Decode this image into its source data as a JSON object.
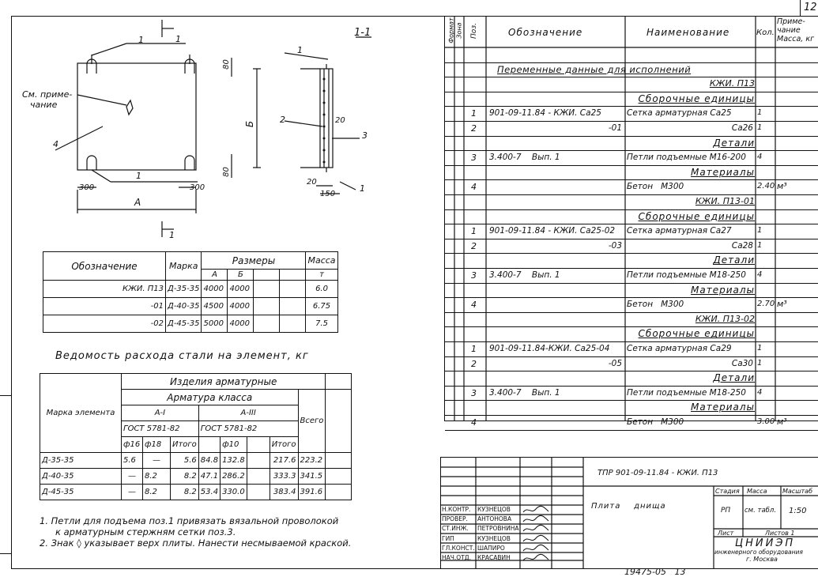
{
  "sheet_number": "12",
  "drawing": {
    "section_label": "1-1",
    "section_marks": [
      "1",
      "1"
    ],
    "note_label": [
      "См. приме-",
      "чание"
    ],
    "pos_1": "1",
    "pos_2": "2",
    "pos_3": "3",
    "pos_4": "4",
    "dim_a": "А",
    "dim_b": "Б",
    "dim_300_left": "300",
    "dim_300_right": "300",
    "dim_80_top": "80",
    "dim_80_bottom": "80",
    "dim_20": "20",
    "dim_20b": "20",
    "dim_150": "150"
  },
  "sizes_table": {
    "headers": {
      "designation": "Обозначение",
      "mark": "Марка",
      "sizes": "Размеры",
      "a": "А",
      "b": "Б",
      "mass": "Масса",
      "unit": "т"
    },
    "rows": [
      {
        "designation": "КЖИ. П13",
        "mark": "Д-35-35",
        "a": "4000",
        "b": "4000",
        "mass": "6.0"
      },
      {
        "designation": "-01",
        "mark": "Д-40-35",
        "a": "4500",
        "b": "4000",
        "mass": "6.75"
      },
      {
        "designation": "-02",
        "mark": "Д-45-35",
        "a": "5000",
        "b": "4000",
        "mass": "7.5"
      }
    ]
  },
  "steel_title": "Ведомость расхода стали на элемент, кг",
  "steel_table": {
    "h_products": "Изделия арматурные",
    "h_class": "Арматура класса",
    "h_mark": "Марка элемента",
    "h_total": "Всего",
    "h_ai": "А-I",
    "h_aiii": "А-III",
    "h_gost1": "ГОСТ 5781-82",
    "h_gost2": "ГОСТ 5781-82",
    "h_d16": "ф16",
    "h_d18": "ф18",
    "h_itogo1": "Итого",
    "h_d10": "ф10",
    "h_itogo2": "Итого",
    "rows": [
      {
        "mark": "Д-35-35",
        "d16": "5.6",
        "d18": "—",
        "itogo1": "5.6",
        "a3": "84.8",
        "d10": "132.8",
        "itogo2": "217.6",
        "total": "223.2"
      },
      {
        "mark": "Д-40-35",
        "d16": "—",
        "d18": "8.2",
        "itogo1": "8.2",
        "a3": "47.1",
        "d10": "286.2",
        "itogo2": "333.3",
        "total": "341.5"
      },
      {
        "mark": "Д-45-35",
        "d16": "—",
        "d18": "8.2",
        "itogo1": "8.2",
        "a3": "53.4",
        "d10": "330.0",
        "itogo2": "383.4",
        "total": "391.6"
      }
    ]
  },
  "notes": [
    "1. Петли для подъема поз.1 привязать вязальной проволокой",
    "к арматурным стержням сетки поз.3.",
    "2. Знак ◊ указывает верх плиты. Нанести несмываемой краской."
  ],
  "spec": {
    "headers": {
      "format": "Формат",
      "zone": "Зона",
      "pos": "Поз.",
      "designation": "Обозначение",
      "name": "Наименование",
      "qty": "Кол.",
      "note": "Приме- чание Масса, кг"
    },
    "rows": [
      {
        "fmt": "",
        "pos": "",
        "des": "",
        "name": "",
        "qty": "",
        "note": ""
      },
      {
        "span": "Переменные данные для исполнений",
        "type": "span"
      },
      {
        "type": "right",
        "name": "КЖИ. П13"
      },
      {
        "type": "section",
        "name": "Сборочные единицы"
      },
      {
        "pos": "1",
        "des": "901-09-11.84 - КЖИ. Са25",
        "name": "Сетка арматурная Са25",
        "qty": "1",
        "note": ""
      },
      {
        "pos": "2",
        "des": "-01",
        "name": "Са26",
        "qty": "1",
        "note": ""
      },
      {
        "type": "section",
        "name": "Детали"
      },
      {
        "pos": "3",
        "des": "3.400-7    Вып. 1",
        "name": "Петли подъемные М16-200",
        "qty": "4",
        "note": ""
      },
      {
        "type": "section",
        "name": "Материалы"
      },
      {
        "pos": "4",
        "des": "",
        "name": "Бетон   М300",
        "qty": "2.40",
        "note": "м³"
      },
      {
        "type": "right",
        "name": "КЖИ. П13-01"
      },
      {
        "type": "section",
        "name": "Сборочные единицы"
      },
      {
        "pos": "1",
        "des": "901-09-11.84 - КЖИ. Са25-02",
        "name": "Сетка арматурная Са27",
        "qty": "1",
        "note": ""
      },
      {
        "pos": "2",
        "des": "-03",
        "name": "Са28",
        "qty": "1",
        "note": ""
      },
      {
        "type": "section",
        "name": "Детали"
      },
      {
        "pos": "3",
        "des": "3.400-7    Вып. 1",
        "name": "Петли подъемные М18-250",
        "qty": "4",
        "note": ""
      },
      {
        "type": "section",
        "name": "Материалы"
      },
      {
        "pos": "4",
        "des": "",
        "name": "Бетон   М300",
        "qty": "2.70",
        "note": "м³"
      },
      {
        "type": "right",
        "name": "КЖИ. П13-02"
      },
      {
        "type": "section",
        "name": "Сборочные единицы"
      },
      {
        "pos": "1",
        "des": "901-09-11.84-КЖИ. Са25-04",
        "name": "Сетка арматурная Са29",
        "qty": "1",
        "note": ""
      },
      {
        "pos": "2",
        "des": "-05",
        "name": "Са30",
        "qty": "1",
        "note": ""
      },
      {
        "type": "section",
        "name": "Детали"
      },
      {
        "pos": "3",
        "des": "3.400-7    Вып. 1",
        "name": "Петли подъемные М18-250",
        "qty": "4",
        "note": ""
      },
      {
        "type": "section",
        "name": "Материалы"
      },
      {
        "pos": "4",
        "des": "",
        "name": "Бетон   М300",
        "qty": "3.00",
        "note": "м³"
      }
    ]
  },
  "title_block": {
    "code": "ТПР 901-09-11.84  - КЖИ. П13",
    "object": "Плита    днища",
    "stage_h": "Стадия",
    "mass_h": "Масса",
    "scale_h": "Масштаб",
    "stage": "РП",
    "mass": "см. табл.",
    "scale": "1:50",
    "sheet": "Лист",
    "sheets": "Листов 1",
    "org": "ЦНИИЭП",
    "org2": "инженерного оборудования",
    "city": "г. Москва",
    "signers": [
      {
        "role": "Н.КОНТР.",
        "name": "КУЗНЕЦОВ"
      },
      {
        "role": "ПРОВЕР.",
        "name": "АНТОНОВА"
      },
      {
        "role": "СТ.ИНЖ.",
        "name": "ПЕТРОВНИНА"
      },
      {
        "role": "ГИП",
        "name": "КУЗНЕЦОВ"
      },
      {
        "role": "ГЛ.КОНСТ.",
        "name": "ШАПИРО"
      },
      {
        "role": "НАЧ.ОТД.",
        "name": "КРАСАВИН"
      }
    ]
  },
  "footer_code": "19475-05   13"
}
